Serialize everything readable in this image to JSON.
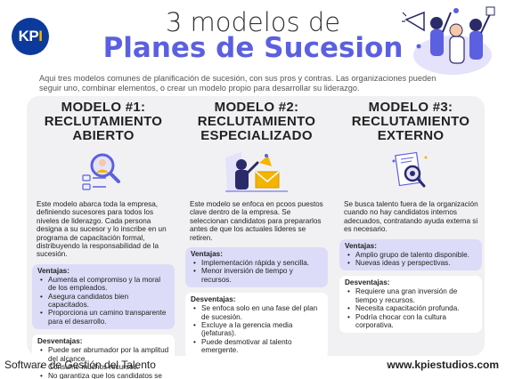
{
  "logo": {
    "text_main": "KP",
    "text_accent": "I"
  },
  "header": {
    "title_top": "3 modelos de",
    "title_main": "Planes de Sucesion",
    "intro": "Aqui tres modelos comunes de planificación de sucesión, con sus pros y contras. Las organizaciones pueden seguir uno, combinar elementos, o crear un modelo propio para desarrollar su liderazgo."
  },
  "models": [
    {
      "title_line1": "MODELO #1:",
      "title_line2": "RECLUTAMIENTO",
      "title_line3": "ABIERTO",
      "description": "Este modelo abarca toda la empresa, definiendo sucesores para todos los niveles de liderazgo. Cada persona designa a su sucesor y lo inscribe en un programa de capacitación formal, distribuyendo la responsabilidad de la sucesión.",
      "pros_heading": "Ventajas:",
      "pros": [
        "Aumenta el compromiso y la moral de los empleados.",
        "Asegura candidatos bien capacitados.",
        "Proporciona un camino transparente para el desarrollo."
      ],
      "cons_heading": "Desventajas:",
      "cons": [
        "Puede ser abrumador por la amplitud del alcance.",
        "Consume muchos recursos.",
        "No garantiza que los candidatos se queden."
      ]
    },
    {
      "title_line1": "MODELO #2:",
      "title_line2": "RECLUTAMIENTO",
      "title_line3": "ESPECIALIZADO",
      "description": "Este modelo se enfoca en pcoos puestos clave dentro de la empresa. Se seleccionan candidatos para prepararlos antes de que los actuales lideres se retiren.",
      "pros_heading": "Ventajas:",
      "pros": [
        "Implementación rápida y sencilla.",
        "Menor inversión de tiempo y recursos."
      ],
      "cons_heading": "Desventajas:",
      "cons": [
        "Se enfoca solo en una fase del plan de sucesión.",
        "Excluye a la gerencia media (jefaturas).",
        "Puede desmotivar al talento emergente."
      ]
    },
    {
      "title_line1": "MODELO #3:",
      "title_line2": "RECLUTAMIENTO",
      "title_line3": "EXTERNO",
      "description": "Se busca talento fuera de la organización cuando no hay candidatos internos adecuados, contratando ayuda externa si es necesario.",
      "pros_heading": "Ventajas:",
      "pros": [
        "Amplio grupo de talento disponible.",
        "Nuevas ideas y perspectivas."
      ],
      "cons_heading": "Desventajas:",
      "cons": [
        "Requiere una gran inversión de tiempo y recursos.",
        "Necesita capacitación profunda.",
        "Podría chocar con la cultura corporativa."
      ]
    }
  ],
  "footer": {
    "left": "Software de Gestión del Talento",
    "right": "www.kpiestudios.com"
  },
  "colors": {
    "accent": "#5b60e0",
    "logo_bg": "#0c3a9c",
    "logo_accent": "#f4b400",
    "pros_bg": "#dcdcf8",
    "panel_bg": "#f1f1f3"
  }
}
